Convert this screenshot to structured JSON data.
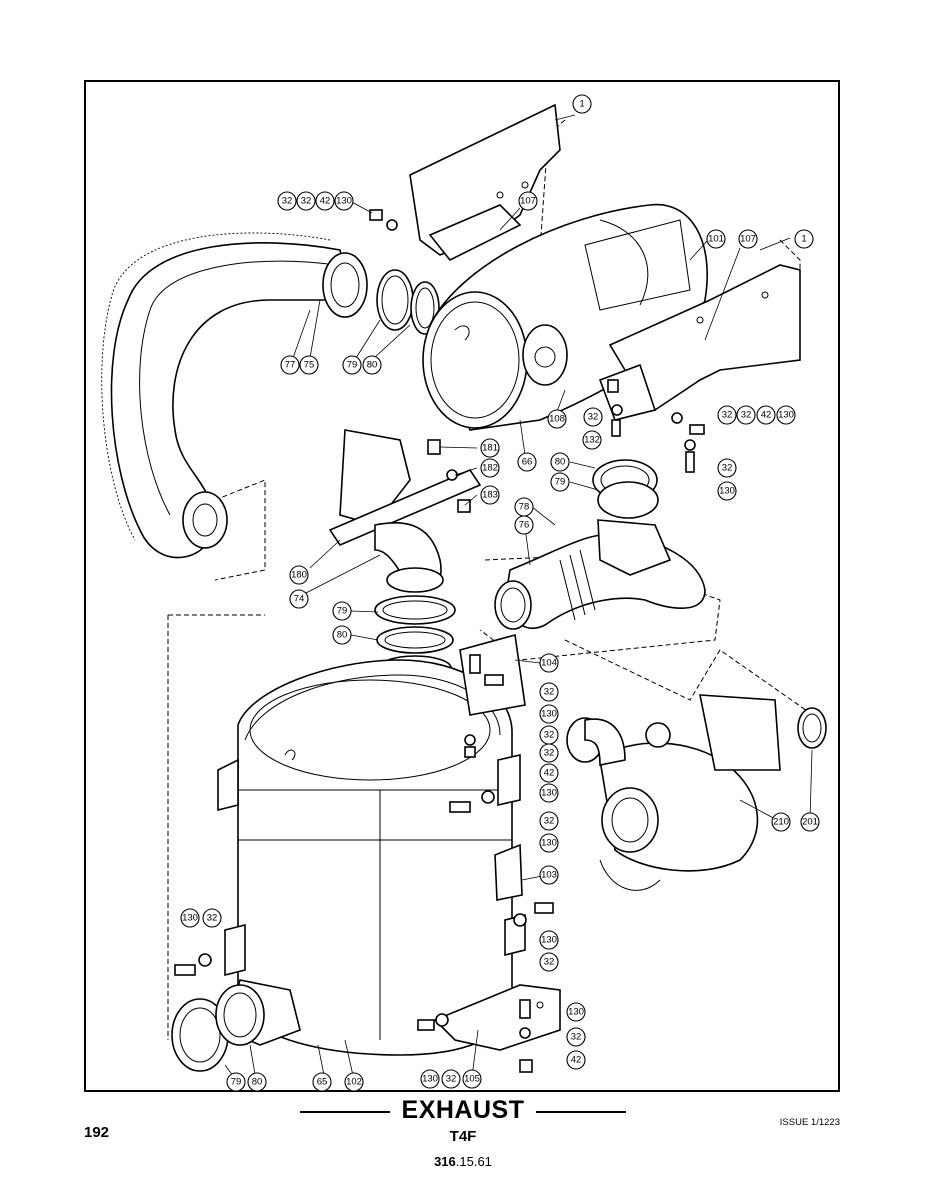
{
  "page": {
    "number": "192",
    "title": "EXHAUST",
    "subtitle": "T4F",
    "ref_bold": "316",
    "ref_rest": ".15.61",
    "issue": "ISSUE 1/1223"
  },
  "callout_labels": [
    "1",
    "32",
    "42",
    "130",
    "107",
    "101",
    "77",
    "75",
    "79",
    "80",
    "108",
    "132",
    "66",
    "181",
    "182",
    "183",
    "180",
    "74",
    "78",
    "76",
    "104",
    "210",
    "201",
    "103",
    "65",
    "102",
    "105"
  ]
}
